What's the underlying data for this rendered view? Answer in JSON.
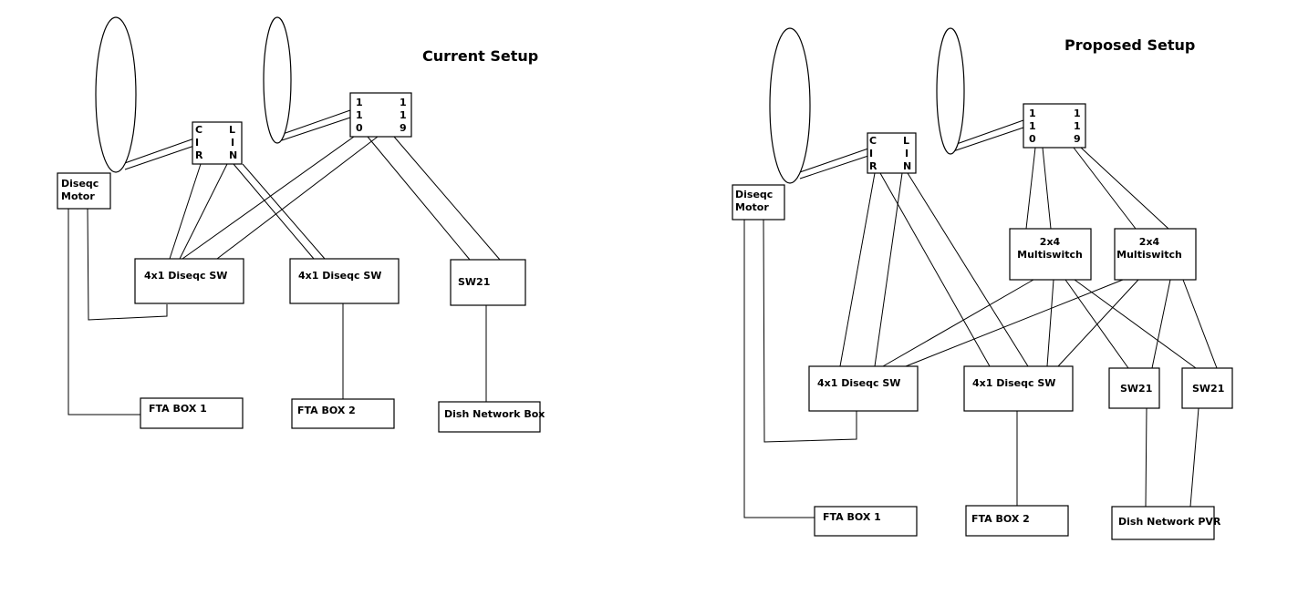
{
  "current": {
    "title": "Current Setup",
    "lnb_cl": [
      "C",
      "I",
      "R",
      "L",
      "I",
      "N"
    ],
    "lnb_110_119": [
      "1",
      "1",
      "0",
      "1",
      "1",
      "9"
    ],
    "diseqc_motor": [
      "Diseqc",
      "Motor"
    ],
    "switch_a": "4x1 Diseqc SW",
    "switch_b": "4x1 Diseqc SW",
    "sw21": "SW21",
    "fta_box_1": "FTA BOX 1",
    "fta_box_2": "FTA BOX 2",
    "dish_box": "Dish Network Box"
  },
  "proposed": {
    "title": "Proposed Setup",
    "lnb_cl": [
      "C",
      "I",
      "R",
      "L",
      "I",
      "N"
    ],
    "lnb_110_119": [
      "1",
      "1",
      "0",
      "1",
      "1",
      "9"
    ],
    "diseqc_motor": [
      "Diseqc",
      "Motor"
    ],
    "multiswitch_a": [
      "2x4",
      "Multiswitch"
    ],
    "multiswitch_b": [
      "2x4",
      "Multiswitch"
    ],
    "switch_a": "4x1 Diseqc SW",
    "switch_b": "4x1 Diseqc SW",
    "sw21_a": "SW21",
    "sw21_b": "SW21",
    "fta_box_1": "FTA BOX 1",
    "fta_box_2": "FTA BOX 2",
    "dish_pvr": "Dish Network PVR"
  }
}
